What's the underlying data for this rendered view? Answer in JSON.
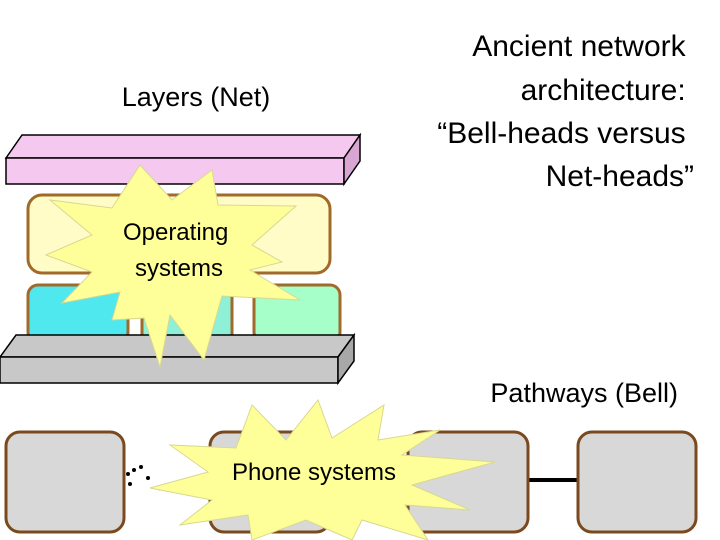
{
  "title": {
    "lines": [
      "Ancient network",
      "architecture:",
      "“Bell-heads versus",
      "Net-heads”"
    ]
  },
  "labels": {
    "layers": "Layers (Net)",
    "pathways": "Pathways (Bell)"
  },
  "callouts": {
    "operating_systems": [
      "Operating",
      "systems"
    ],
    "phone_systems": "Phone systems"
  },
  "colors": {
    "top_layer": "#f5c8f0",
    "top_layer_side": "#d9a6d4",
    "os_layer": "#fffcc8",
    "os_border": "#a06a2a",
    "block_cyan": "#4fe8ee",
    "block_teal": "#8ff0d8",
    "block_green": "#a6ffc8",
    "bottom_layer": "#c8c8c8",
    "bottom_layer_side": "#a8a8a8",
    "phone_box": "#d8d8d8",
    "phone_border": "#7a4a1e",
    "starburst": "#ffff99",
    "starburst_border": "#d8d890"
  }
}
